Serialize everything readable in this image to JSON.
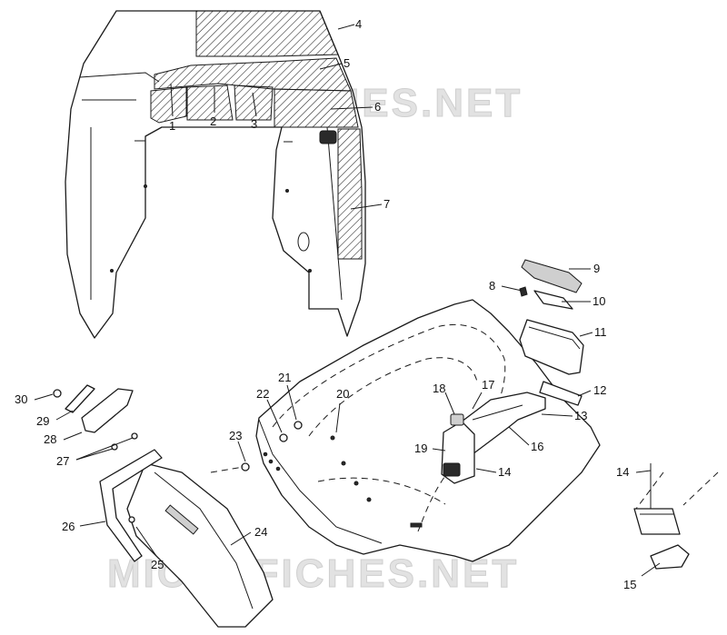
{
  "watermark": "MICROFICHES.NET",
  "callouts": [
    "1",
    "2",
    "3",
    "4",
    "5",
    "6",
    "7",
    "8",
    "9",
    "10",
    "11",
    "12",
    "13",
    "14",
    "15",
    "16",
    "17",
    "18",
    "19",
    "20",
    "21",
    "22",
    "23",
    "24",
    "25",
    "26",
    "27",
    "28",
    "29",
    "30"
  ],
  "callout_14_second": "14",
  "colors": {
    "line": "#1a1a1a",
    "background": "#ffffff",
    "watermark": "#e2e2e2"
  }
}
